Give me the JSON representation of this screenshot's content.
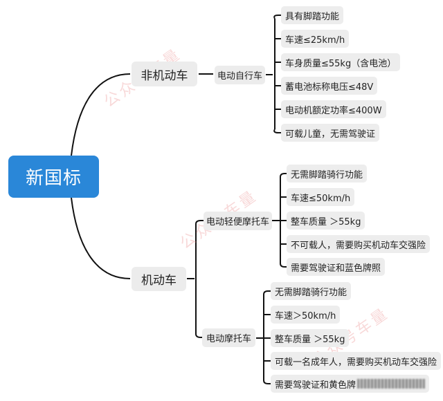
{
  "root": {
    "label": "新国标",
    "color": "#2a87d8"
  },
  "branches": {
    "non_motor": {
      "label": "非机动车",
      "child": {
        "label": "电动自行车",
        "items": [
          "具有脚踏功能",
          "车速≤25km/h",
          "车身质量≤55kg（含电池）",
          "蓄电池标称电压≤48V",
          "电动机额定功率≤400W",
          "可载儿童，无需驾驶证"
        ]
      }
    },
    "motor": {
      "label": "机动车",
      "children": [
        {
          "label": "电动轻便摩托车",
          "items": [
            "无需脚踏骑行功能",
            "车速≤50km/h",
            "整车质量 ＞55kg",
            "不可载人，需要购买机动车交强险",
            "需要驾驶证和蓝色牌照"
          ]
        },
        {
          "label": "电动摩托车",
          "items": [
            "无需脚踏骑行功能",
            "车速＞50km/h",
            "整车质量 ＞55kg",
            "可载一名成年人，需要购买机动车交强险",
            "需要驾驶证和黄色牌"
          ]
        }
      ]
    }
  },
  "watermark": "公众号车量"
}
